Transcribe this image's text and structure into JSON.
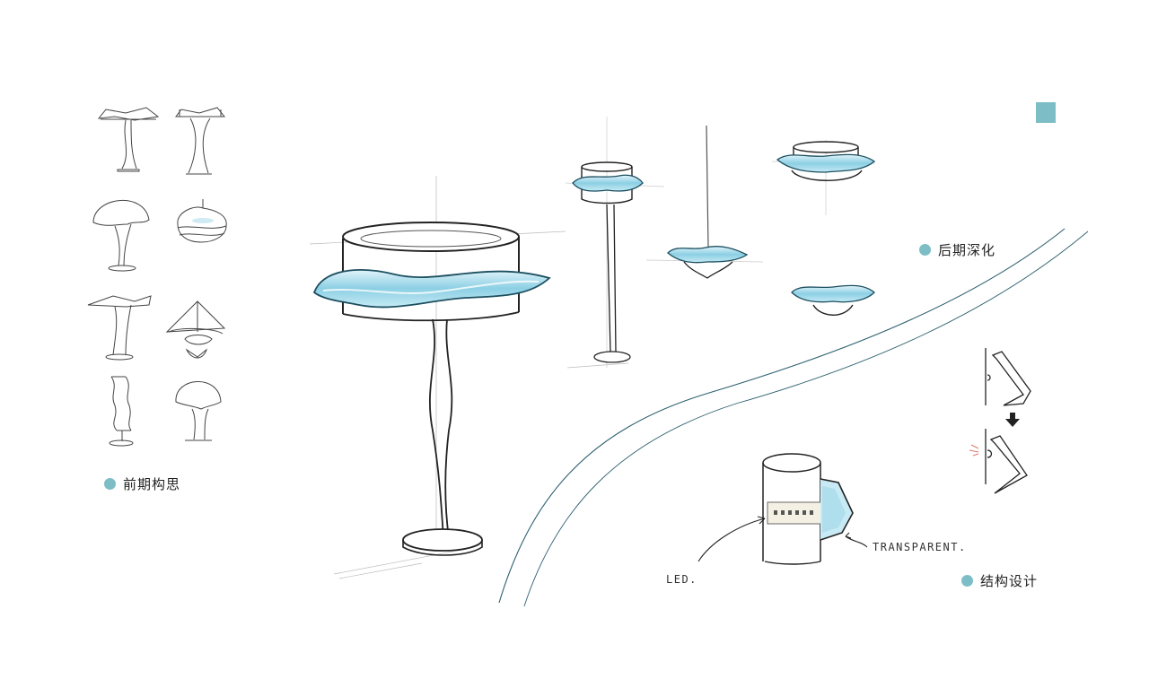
{
  "colors": {
    "accent": "#7dbec6",
    "glass": "#9fd6e8",
    "glass_light": "#d8f0f8",
    "ink": "#333333",
    "curve": "#2e6070"
  },
  "sections": {
    "early_concept": {
      "label": "前期构思",
      "icon": "teal-dot-icon"
    },
    "refinement": {
      "label": "后期深化",
      "icon": "teal-dot-icon"
    },
    "structure": {
      "label": "结构设计",
      "icon": "teal-dot-icon"
    }
  },
  "annotations": {
    "led": "LED.",
    "transparent": "TRANSPARENT."
  }
}
